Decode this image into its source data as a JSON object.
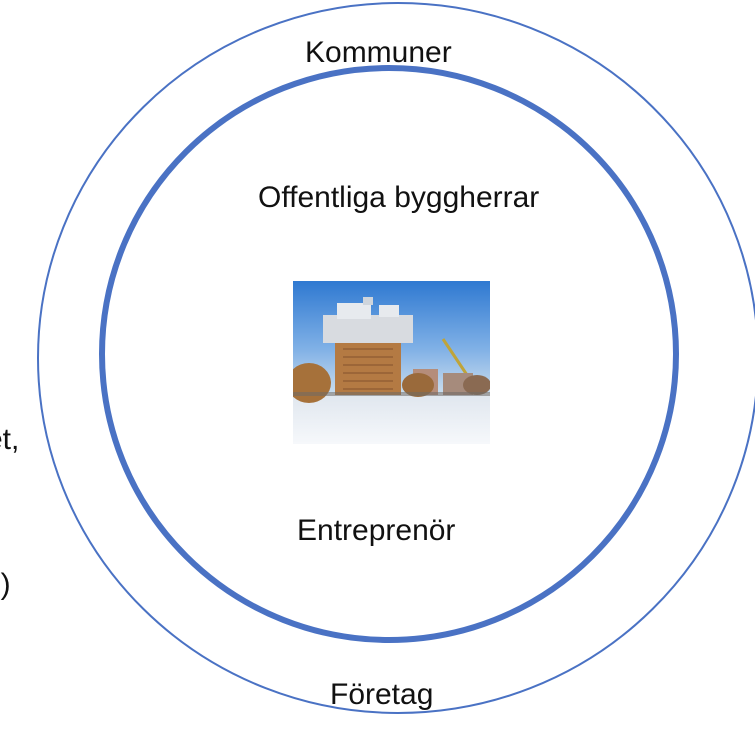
{
  "labels": {
    "outer_top": "Kommuner",
    "inner_top": "Offentliga byggherrar",
    "inner_bottom": "Entreprenör",
    "outer_bottom": "Företag",
    "left_clipped_1": "et,",
    "left_clipped_2": "l)"
  },
  "image": {
    "subject": "building-under-construction-photo"
  },
  "colors": {
    "circle_stroke": "#4a72c4",
    "text": "#111111",
    "background": "#ffffff"
  }
}
